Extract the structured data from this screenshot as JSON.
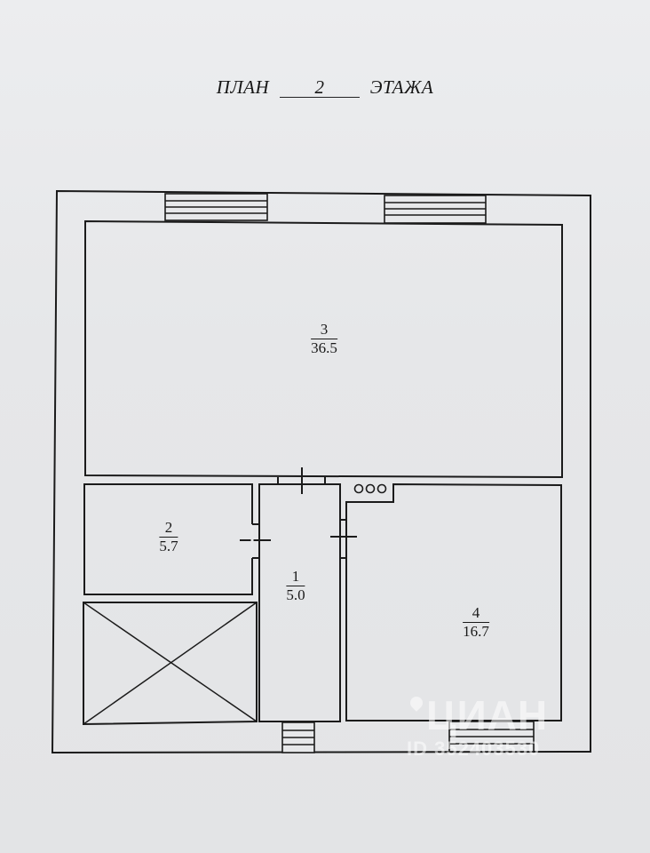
{
  "plan": {
    "title_left": "ПЛАН",
    "floor_number": "2",
    "title_right": "ЭТАЖА"
  },
  "rooms": [
    {
      "number": "3",
      "area": "36.5"
    },
    {
      "number": "2",
      "area": "5.7"
    },
    {
      "number": "1",
      "area": "5.0"
    },
    {
      "number": "4",
      "area": "16.7"
    }
  ],
  "watermark": {
    "logo": "ЦИАН",
    "id": "ID 352403530"
  },
  "icons": {
    "stairs": "crossed-rectangle-stairwell-icon",
    "vent": "ventilation-circles-icon",
    "window": "window-icon",
    "door": "door-tick-icon",
    "watermark_pin": "location-pin-icon"
  }
}
